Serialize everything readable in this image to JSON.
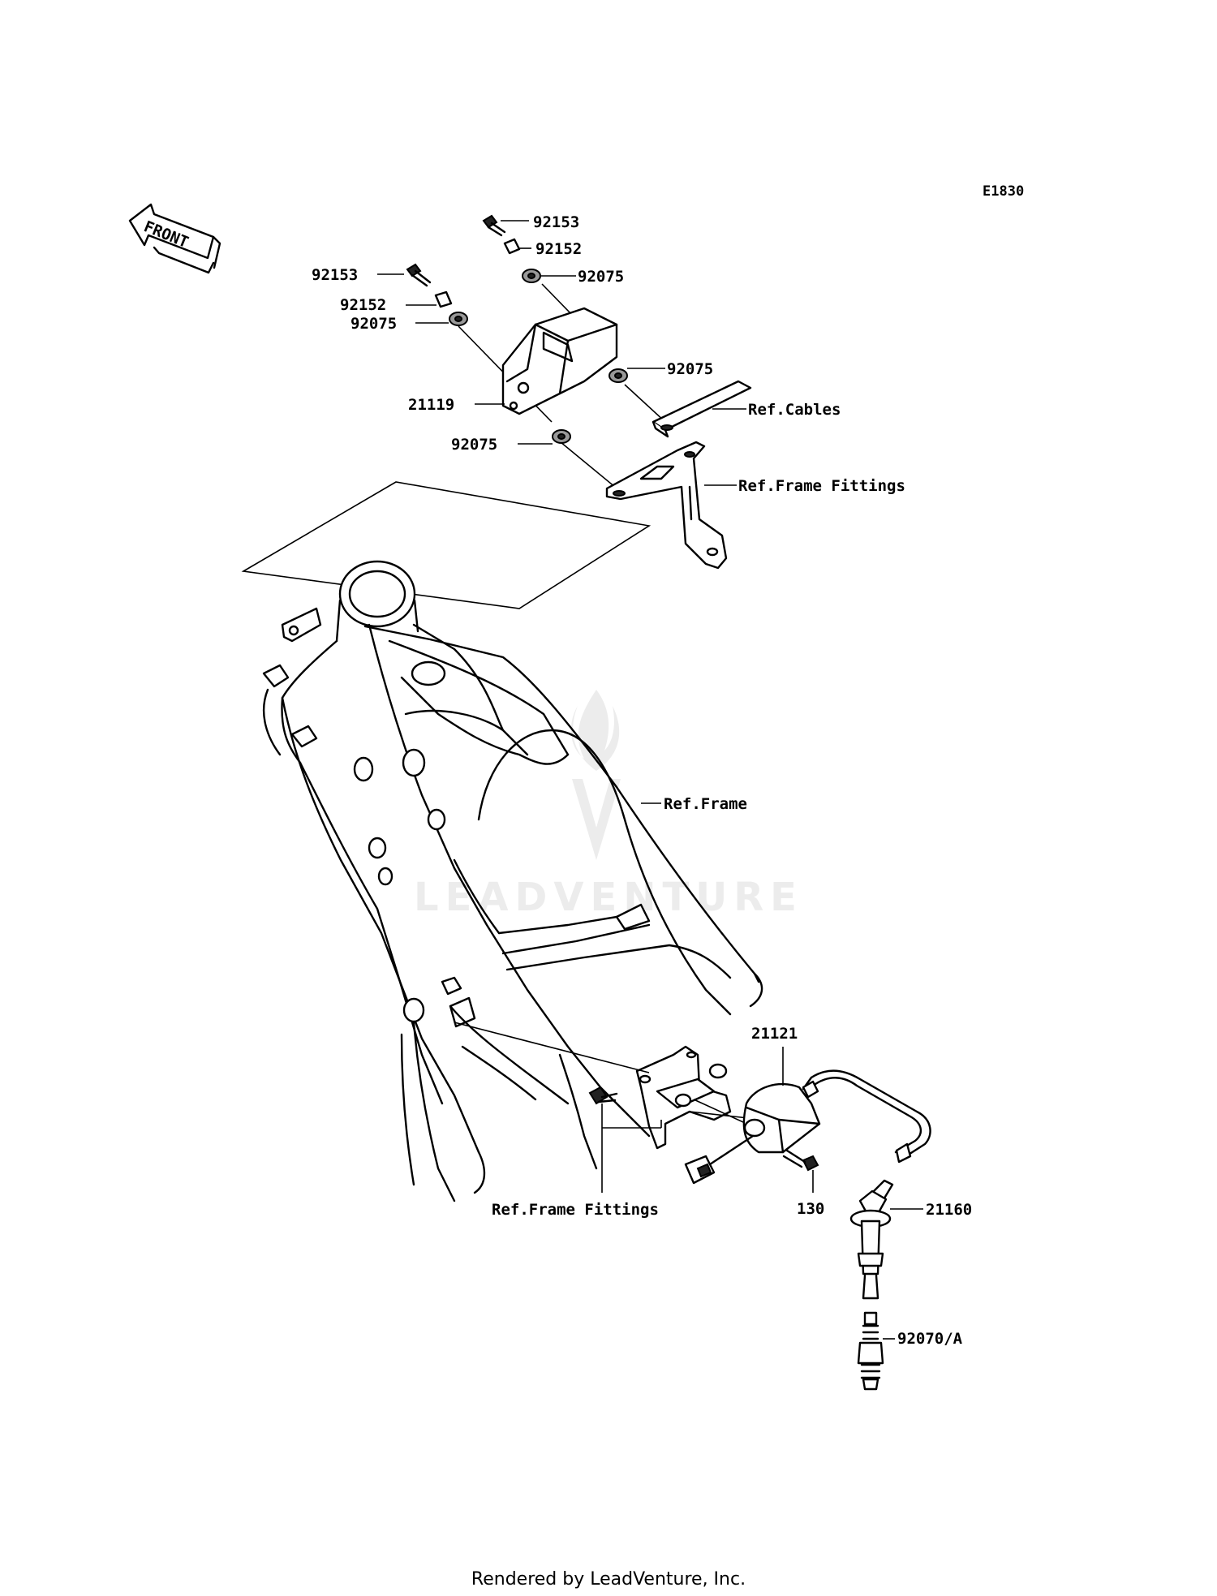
{
  "diagram": {
    "id_code": "E1830",
    "front_arrow_label": "FRONT",
    "watermark": "LEADVENTURE",
    "footer": "Rendered by LeadVenture, Inc.",
    "callouts": {
      "p92153_a": "92153",
      "p92152_a": "92152",
      "p92075_a": "92075",
      "p92153_b": "92153",
      "p92152_b": "92152",
      "p92075_b": "92075",
      "p92075_c": "92075",
      "p21119": "21119",
      "p92075_d": "92075",
      "ref_cables": "Ref.Cables",
      "ref_frame_fittings_top": "Ref.Frame Fittings",
      "ref_frame": "Ref.Frame",
      "p21121": "21121",
      "ref_frame_fittings_bottom": "Ref.Frame Fittings",
      "p130": "130",
      "p21160": "21160",
      "p92070a": "92070/A"
    }
  }
}
